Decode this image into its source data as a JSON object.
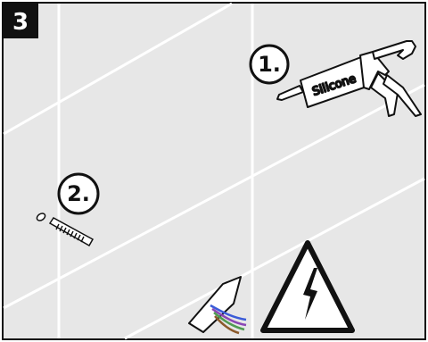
{
  "step_badge": {
    "number": "3"
  },
  "callouts": [
    {
      "label": "1."
    },
    {
      "label": "2."
    }
  ],
  "silicone_gun": {
    "tube_label": "Silicone"
  },
  "icons": {
    "wall": "tile-wall-background",
    "silicone": "caulking-gun-icon",
    "anchor": "wall-plug-icon",
    "cable": "cable-bundle-icon",
    "warning": "high-voltage-warning-icon"
  },
  "colors": {
    "background": "#e7e7e7",
    "grout": "#ffffff",
    "outline": "#111111",
    "badge": "#111111",
    "wire_blue": "#3a5bd8",
    "wire_purple": "#8a46b5",
    "wire_green": "#4f9b52",
    "wire_brown": "#8b5a2b"
  }
}
